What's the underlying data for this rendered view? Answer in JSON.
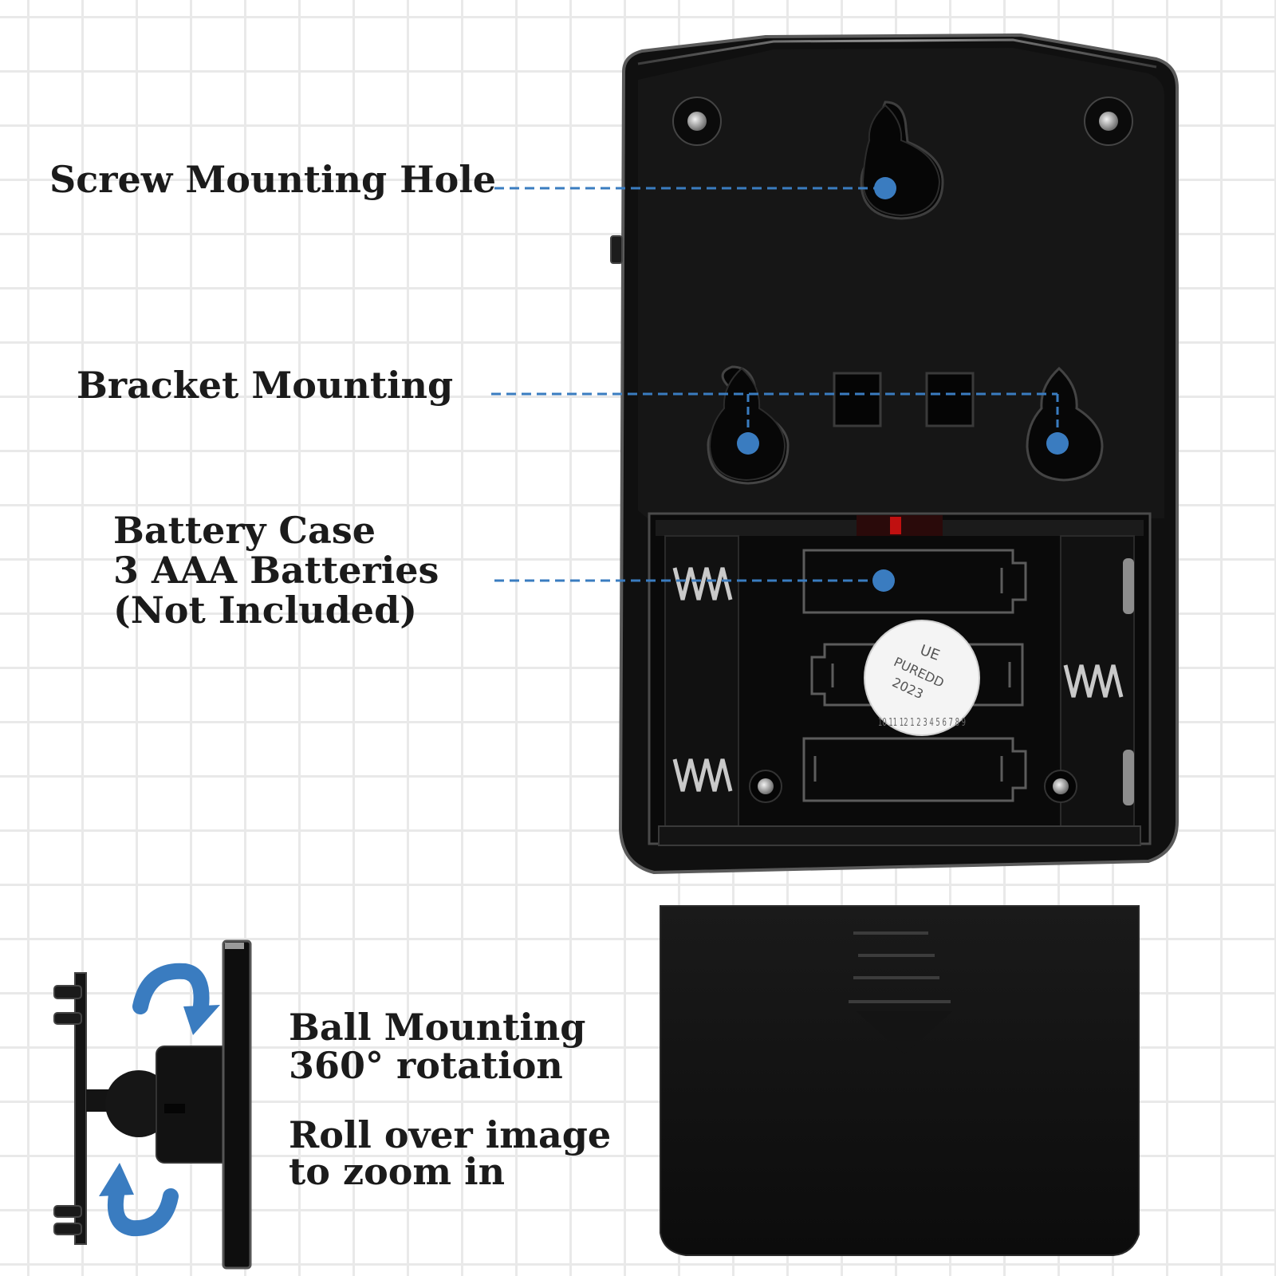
{
  "labels": {
    "screw_mounting": "Screw Mounting Hole",
    "bracket_mounting": "Bracket Mounting",
    "battery_case": {
      "line1": "Battery Case",
      "line2": "3 AAA Batteries",
      "line3": "(Not Included)"
    },
    "ball_mounting": {
      "line1": "Ball Mounting",
      "line2": "360° rotation"
    },
    "zoom_hint": {
      "line1": "Roll over image",
      "line2": "to zoom in"
    }
  },
  "sticker": {
    "brand": "PUREDD",
    "mark": "UE",
    "year": "2023",
    "month_ring": "10 11 12 1 2 3 4 5 6 7 8 9"
  },
  "colors": {
    "callout": "#3a7cc0",
    "device": "#111111",
    "text": "#1b1b1b",
    "grid": "#e9e9e9"
  },
  "icons": [
    "rotate-arrow-icon",
    "rotate-arrow-icon"
  ]
}
